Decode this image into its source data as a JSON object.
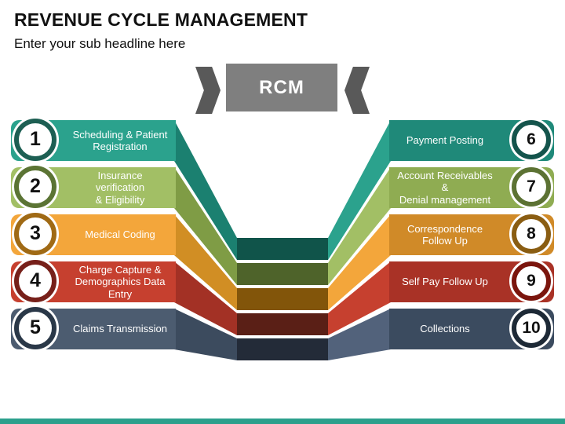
{
  "title": "REVENUE CYCLE MANAGEMENT",
  "subtitle": "Enter your sub headline here",
  "center_badge": {
    "label": "RCM",
    "box_color": "#7F7F7F",
    "ribbon_color": "#595959"
  },
  "accent_line_color": "#2BA08C",
  "pairs": [
    {
      "center_color": "#10544A",
      "left": {
        "number": "1",
        "label": "Scheduling & Patient\nRegistration",
        "bar_color": "#2BA28D",
        "ring_color": "#1D5F53",
        "diag_color": "#1B8070"
      },
      "right": {
        "number": "6",
        "label": "Payment Posting",
        "bar_color": "#1F8979",
        "ring_color": "#14544C",
        "diag_color": "#2BA28D"
      }
    },
    {
      "center_color": "#4E632A",
      "left": {
        "number": "2",
        "label": "Insurance verification\n& Eligibility",
        "bar_color": "#A2BF65",
        "ring_color": "#5B7434",
        "diag_color": "#7F9C45"
      },
      "right": {
        "number": "7",
        "label": "Account Receivables &\nDenial management",
        "bar_color": "#8FAC52",
        "ring_color": "#5C7233",
        "diag_color": "#A2BF65"
      }
    },
    {
      "center_color": "#82550A",
      "left": {
        "number": "3",
        "label": "Medical Coding",
        "bar_color": "#F3A63B",
        "ring_color": "#A06A15",
        "diag_color": "#D18E24"
      },
      "right": {
        "number": "8",
        "label": "Correspondence\nFollow Up",
        "bar_color": "#D08A28",
        "ring_color": "#8A5D12",
        "diag_color": "#F3A63B"
      }
    },
    {
      "center_color": "#5A1F16",
      "left": {
        "number": "4",
        "label": "Charge Capture &\nDemographics Data\nEntry",
        "bar_color": "#C6402F",
        "ring_color": "#77201A",
        "diag_color": "#A33125"
      },
      "right": {
        "number": "9",
        "label": "Self Pay Follow Up",
        "bar_color": "#A93226",
        "ring_color": "#7B150D",
        "diag_color": "#C6402F"
      }
    },
    {
      "center_color": "#232B38",
      "left": {
        "number": "5",
        "label": "Claims Transmission",
        "bar_color": "#4C5C70",
        "ring_color": "#2A3848",
        "diag_color": "#3C4B5E"
      },
      "right": {
        "number": "10",
        "label": "Collections",
        "bar_color": "#3B4B5F",
        "ring_color": "#1D2936",
        "diag_color": "#52627B"
      }
    }
  ]
}
